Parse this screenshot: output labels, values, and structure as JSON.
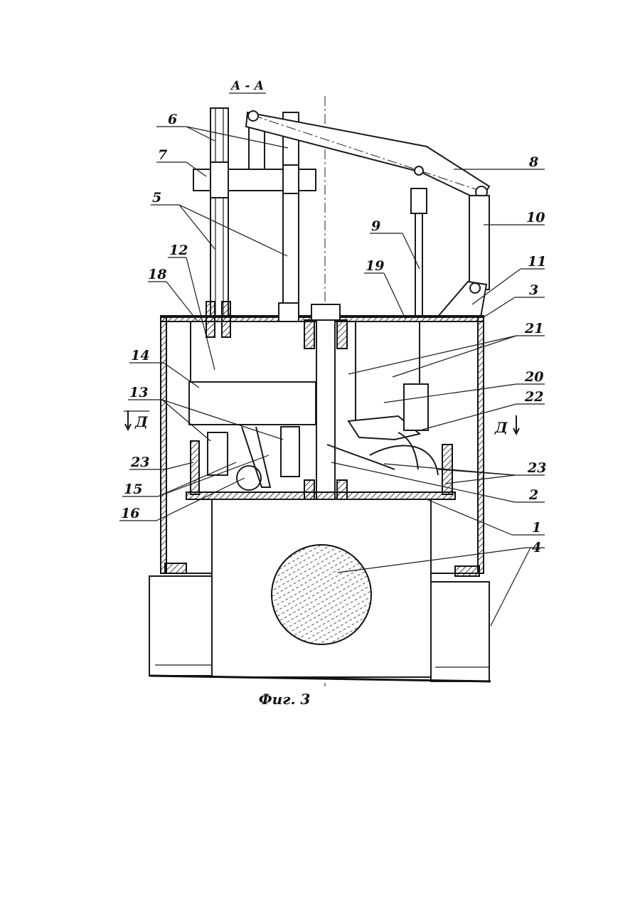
{
  "section_title": "А - А",
  "caption": "Фиг. 3",
  "section_marks": {
    "left": "Д",
    "right": "Д"
  },
  "callouts": [
    {
      "label": "6"
    },
    {
      "label": "7"
    },
    {
      "label": "5"
    },
    {
      "label": "12"
    },
    {
      "label": "18"
    },
    {
      "label": "14"
    },
    {
      "label": "13"
    },
    {
      "label": "23"
    },
    {
      "label": "15"
    },
    {
      "label": "16"
    },
    {
      "label": "8"
    },
    {
      "label": "9"
    },
    {
      "label": "10"
    },
    {
      "label": "19"
    },
    {
      "label": "11"
    },
    {
      "label": "3"
    },
    {
      "label": "21"
    },
    {
      "label": "20"
    },
    {
      "label": "22"
    },
    {
      "label": "23"
    },
    {
      "label": "2"
    },
    {
      "label": "1"
    },
    {
      "label": "4"
    }
  ],
  "colors": {
    "ink": "#1a1a1a",
    "paper": "#ffffff"
  }
}
